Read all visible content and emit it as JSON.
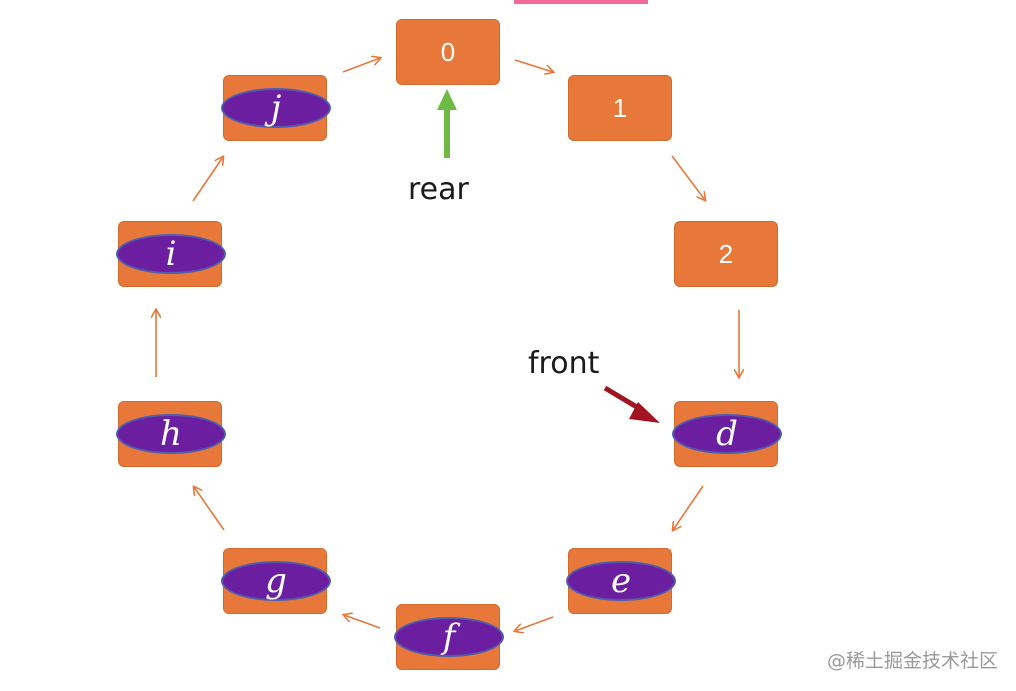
{
  "queue": {
    "slots": [
      {
        "index": "0",
        "element": ""
      },
      {
        "index": "1",
        "element": ""
      },
      {
        "index": "2",
        "element": ""
      },
      {
        "index": "",
        "element": "d"
      },
      {
        "index": "",
        "element": "e"
      },
      {
        "index": "",
        "element": "f"
      },
      {
        "index": "",
        "element": "g"
      },
      {
        "index": "",
        "element": "h"
      },
      {
        "index": "",
        "element": "i"
      },
      {
        "index": "",
        "element": "j"
      }
    ],
    "rear_label": "rear",
    "front_label": "front"
  },
  "watermark": "@稀土掘金技术社区",
  "colors": {
    "slot_fill": "#E8783A",
    "element_fill": "#6B1FA0",
    "element_border": "#4E5DB0",
    "cycle_arrow": "#E8783A",
    "rear_arrow": "#6DBB45",
    "front_arrow": "#A01520"
  }
}
